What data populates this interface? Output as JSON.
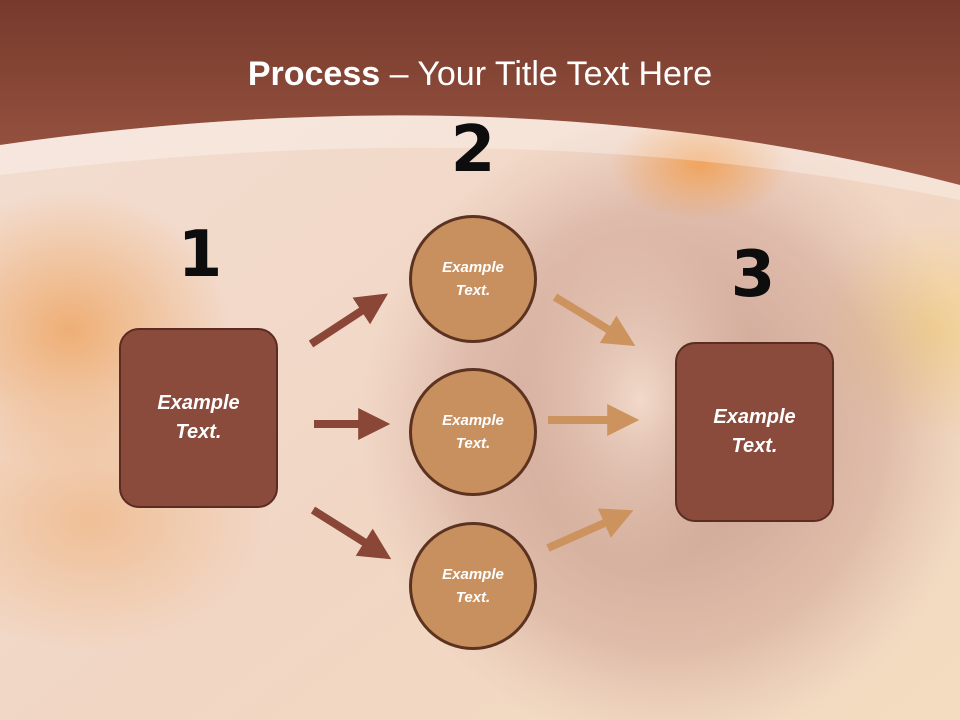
{
  "title": {
    "bold": "Process",
    "dash": " – ",
    "rest": "Your Title Text Here"
  },
  "steps": {
    "one": "1",
    "two": "2",
    "three": "3"
  },
  "left_box": {
    "label": "Example Text."
  },
  "circles": [
    {
      "label": "Example Text."
    },
    {
      "label": "Example Text."
    },
    {
      "label": "Example Text."
    }
  ],
  "right_box": {
    "label": "Example Text."
  },
  "colors": {
    "header": "#8b4434",
    "box_fill": "#8a4b3c",
    "circle_fill": "#c9905f",
    "left_arrows": "#8a4636",
    "right_arrows": "#cd935f"
  }
}
